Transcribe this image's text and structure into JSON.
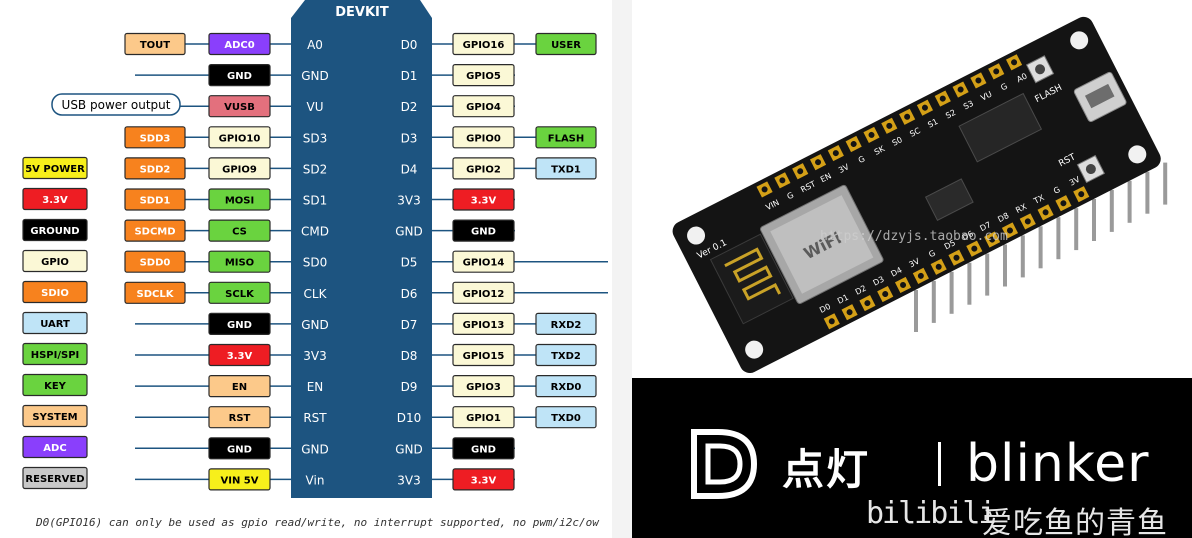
{
  "board": {
    "title": "DEVKIT"
  },
  "left_pins": [
    "A0",
    "GND",
    "VU",
    "SD3",
    "SD2",
    "SD1",
    "CMD",
    "SD0",
    "CLK",
    "GND",
    "3V3",
    "EN",
    "RST",
    "GND",
    "Vin"
  ],
  "right_pins": [
    "D0",
    "D1",
    "D2",
    "D3",
    "D4",
    "3V3",
    "GND",
    "D5",
    "D6",
    "D7",
    "D8",
    "D9",
    "D10",
    "GND",
    "3V3"
  ],
  "left_inner": [
    {
      "label": "ADC0",
      "color": "#8a3ffc",
      "text": "#ffffff"
    },
    {
      "label": "GND",
      "color": "#000000",
      "text": "#ffffff"
    },
    {
      "label": "VUSB",
      "color": "#e3707d",
      "text": "#000000"
    },
    {
      "label": "GPIO10",
      "color": "#fbf8d6",
      "text": "#000000"
    },
    {
      "label": "GPIO9",
      "color": "#fbf8d6",
      "text": "#000000"
    },
    {
      "label": "MOSI",
      "color": "#6ad33f",
      "text": "#000000"
    },
    {
      "label": "CS",
      "color": "#6ad33f",
      "text": "#000000"
    },
    {
      "label": "MISO",
      "color": "#6ad33f",
      "text": "#000000"
    },
    {
      "label": "SCLK",
      "color": "#6ad33f",
      "text": "#000000"
    },
    {
      "label": "GND",
      "color": "#000000",
      "text": "#ffffff"
    },
    {
      "label": "3.3V",
      "color": "#ee1d23",
      "text": "#ffffff"
    },
    {
      "label": "EN",
      "color": "#fcc98a",
      "text": "#000000"
    },
    {
      "label": "RST",
      "color": "#fcc98a",
      "text": "#000000"
    },
    {
      "label": "GND",
      "color": "#000000",
      "text": "#ffffff"
    },
    {
      "label": "VIN 5V",
      "color": "#f7ef1b",
      "text": "#000000"
    }
  ],
  "left_outer": [
    {
      "row": 0,
      "label": "TOUT",
      "color": "#fcc98a",
      "text": "#000000"
    },
    {
      "row": 3,
      "label": "SDD3",
      "color": "#f7821e",
      "text": "#ffffff"
    },
    {
      "row": 4,
      "label": "SDD2",
      "color": "#f7821e",
      "text": "#ffffff"
    },
    {
      "row": 5,
      "label": "SDD1",
      "color": "#f7821e",
      "text": "#ffffff"
    },
    {
      "row": 6,
      "label": "SDCMD",
      "color": "#f7821e",
      "text": "#ffffff"
    },
    {
      "row": 7,
      "label": "SDD0",
      "color": "#f7821e",
      "text": "#ffffff"
    },
    {
      "row": 8,
      "label": "SDCLK",
      "color": "#f7821e",
      "text": "#ffffff"
    }
  ],
  "usb_note": "USB power output",
  "right_inner": [
    {
      "label": "GPIO16",
      "color": "#fbf8d6",
      "text": "#000000"
    },
    {
      "label": "GPIO5",
      "color": "#fbf8d6",
      "text": "#000000"
    },
    {
      "label": "GPIO4",
      "color": "#fbf8d6",
      "text": "#000000"
    },
    {
      "label": "GPIO0",
      "color": "#fbf8d6",
      "text": "#000000"
    },
    {
      "label": "GPIO2",
      "color": "#fbf8d6",
      "text": "#000000"
    },
    {
      "label": "3.3V",
      "color": "#ee1d23",
      "text": "#ffffff"
    },
    {
      "label": "GND",
      "color": "#000000",
      "text": "#ffffff"
    },
    {
      "label": "GPIO14",
      "color": "#fbf8d6",
      "text": "#000000"
    },
    {
      "label": "GPIO12",
      "color": "#fbf8d6",
      "text": "#000000"
    },
    {
      "label": "GPIO13",
      "color": "#fbf8d6",
      "text": "#000000"
    },
    {
      "label": "GPIO15",
      "color": "#fbf8d6",
      "text": "#000000"
    },
    {
      "label": "GPIO3",
      "color": "#fbf8d6",
      "text": "#000000"
    },
    {
      "label": "GPIO1",
      "color": "#fbf8d6",
      "text": "#000000"
    },
    {
      "label": "GND",
      "color": "#000000",
      "text": "#ffffff"
    },
    {
      "label": "3.3V",
      "color": "#ee1d23",
      "text": "#ffffff"
    }
  ],
  "right_outer": [
    {
      "row": 0,
      "label": "USER",
      "color": "#6ad33f",
      "text": "#000000"
    },
    {
      "row": 3,
      "label": "FLASH",
      "color": "#6ad33f",
      "text": "#000000"
    },
    {
      "row": 4,
      "label": "TXD1",
      "color": "#bfe4f7",
      "text": "#000000"
    },
    {
      "row": 9,
      "label": "RXD2",
      "color": "#bfe4f7",
      "text": "#000000"
    },
    {
      "row": 10,
      "label": "TXD2",
      "color": "#bfe4f7",
      "text": "#000000"
    },
    {
      "row": 11,
      "label": "RXD0",
      "color": "#bfe4f7",
      "text": "#000000"
    },
    {
      "row": 12,
      "label": "TXD0",
      "color": "#bfe4f7",
      "text": "#000000"
    }
  ],
  "legend": [
    {
      "label": "5V POWER",
      "color": "#f7ef1b",
      "text": "#000000"
    },
    {
      "label": "3.3V",
      "color": "#ee1d23",
      "text": "#ffffff"
    },
    {
      "label": "GROUND",
      "color": "#000000",
      "text": "#ffffff"
    },
    {
      "label": "GPIO",
      "color": "#fbf8d6",
      "text": "#000000"
    },
    {
      "label": "SDIO",
      "color": "#f7821e",
      "text": "#ffffff"
    },
    {
      "label": "UART",
      "color": "#bfe4f7",
      "text": "#000000"
    },
    {
      "label": "HSPI/SPI",
      "color": "#6ad33f",
      "text": "#000000"
    },
    {
      "label": "KEY",
      "color": "#6ad33f",
      "text": "#000000"
    },
    {
      "label": "SYSTEM",
      "color": "#fcc98a",
      "text": "#000000"
    },
    {
      "label": "ADC",
      "color": "#8a3ffc",
      "text": "#ffffff"
    },
    {
      "label": "RESERVED",
      "color": "#c8c8c8",
      "text": "#000000"
    }
  ],
  "footnote": "D0(GPIO16) can only be used as gpio read/write, no interrupt supported, no pwm/i2c/ow",
  "photo": {
    "chip_label": "WiFi",
    "pcb_left_labels": [
      "D0",
      "D1",
      "D2",
      "D3",
      "D4",
      "3V",
      "G",
      "D5",
      "D6",
      "D7",
      "D8",
      "RX",
      "TX",
      "G",
      "3V"
    ],
    "pcb_right_labels": [
      "A0",
      "G",
      "VU",
      "S3",
      "S2",
      "S1",
      "SC",
      "S0",
      "SK",
      "G",
      "3V",
      "EN",
      "RST",
      "G",
      "VIN"
    ],
    "button_label": "FLASH",
    "rst_label": "RST",
    "ver_label": "Ver 0.1",
    "shop_watermark": "https://dzyjs.taobao.com"
  },
  "logo": {
    "cn_text": "点灯",
    "en_text": "blinker",
    "bili_text": "bilibili",
    "author_text": "爱吃鱼的青鱼"
  }
}
